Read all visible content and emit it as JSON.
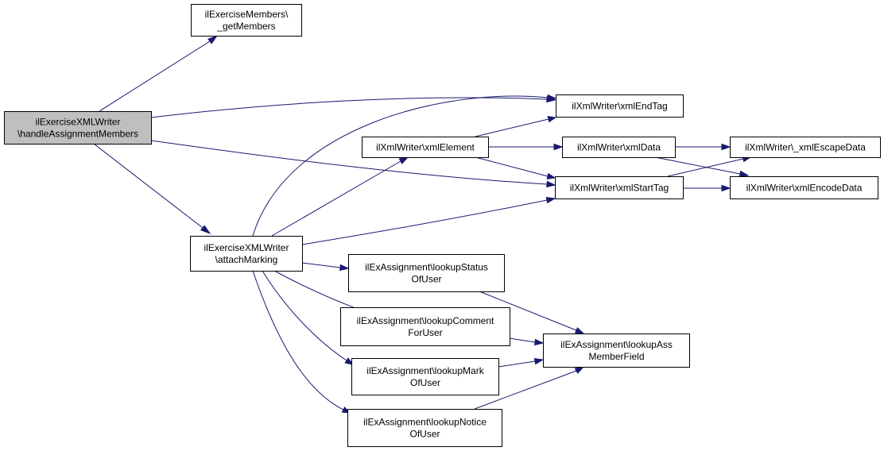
{
  "colors": {
    "edge": "#191970",
    "node_fill": "#ffffff",
    "root_fill": "#bfbfbf",
    "node_border": "#000000"
  },
  "nodes": {
    "handle": {
      "lines": [
        "ilExerciseXMLWriter",
        "\\handleAssignmentMembers"
      ],
      "root": true
    },
    "getMembers": {
      "lines": [
        "ilExerciseMembers\\",
        "_getMembers"
      ]
    },
    "attachMarking": {
      "lines": [
        "ilExerciseXMLWriter",
        "\\attachMarking"
      ]
    },
    "xmlEndTag": {
      "lines": [
        "ilXmlWriter\\xmlEndTag"
      ]
    },
    "xmlElement": {
      "lines": [
        "ilXmlWriter\\xmlElement"
      ]
    },
    "xmlData": {
      "lines": [
        "ilXmlWriter\\xmlData"
      ]
    },
    "xmlStartTag": {
      "lines": [
        "ilXmlWriter\\xmlStartTag"
      ]
    },
    "escapeData": {
      "lines": [
        "ilXmlWriter\\_xmlEscapeData"
      ]
    },
    "encodeData": {
      "lines": [
        "ilXmlWriter\\xmlEncodeData"
      ]
    },
    "lookupStatus": {
      "lines": [
        "ilExAssignment\\lookupStatus",
        "OfUser"
      ]
    },
    "lookupComment": {
      "lines": [
        "ilExAssignment\\lookupComment",
        "ForUser"
      ]
    },
    "lookupMark": {
      "lines": [
        "ilExAssignment\\lookupMark",
        "OfUser"
      ]
    },
    "lookupNotice": {
      "lines": [
        "ilExAssignment\\lookupNotice",
        "OfUser"
      ]
    },
    "lookupAss": {
      "lines": [
        "ilExAssignment\\lookupAss",
        "MemberField"
      ]
    }
  },
  "edges": [
    [
      "handle",
      "getMembers"
    ],
    [
      "handle",
      "xmlEndTag"
    ],
    [
      "handle",
      "xmlStartTag"
    ],
    [
      "handle",
      "attachMarking"
    ],
    [
      "attachMarking",
      "xmlEndTag"
    ],
    [
      "attachMarking",
      "xmlElement"
    ],
    [
      "attachMarking",
      "xmlStartTag"
    ],
    [
      "attachMarking",
      "lookupStatus"
    ],
    [
      "attachMarking",
      "lookupComment"
    ],
    [
      "attachMarking",
      "lookupMark"
    ],
    [
      "attachMarking",
      "lookupNotice"
    ],
    [
      "xmlElement",
      "xmlEndTag"
    ],
    [
      "xmlElement",
      "xmlData"
    ],
    [
      "xmlElement",
      "xmlStartTag"
    ],
    [
      "xmlData",
      "escapeData"
    ],
    [
      "xmlData",
      "encodeData"
    ],
    [
      "xmlStartTag",
      "escapeData"
    ],
    [
      "xmlStartTag",
      "encodeData"
    ],
    [
      "lookupStatus",
      "lookupAss"
    ],
    [
      "lookupComment",
      "lookupAss"
    ],
    [
      "lookupMark",
      "lookupAss"
    ],
    [
      "lookupNotice",
      "lookupAss"
    ]
  ]
}
